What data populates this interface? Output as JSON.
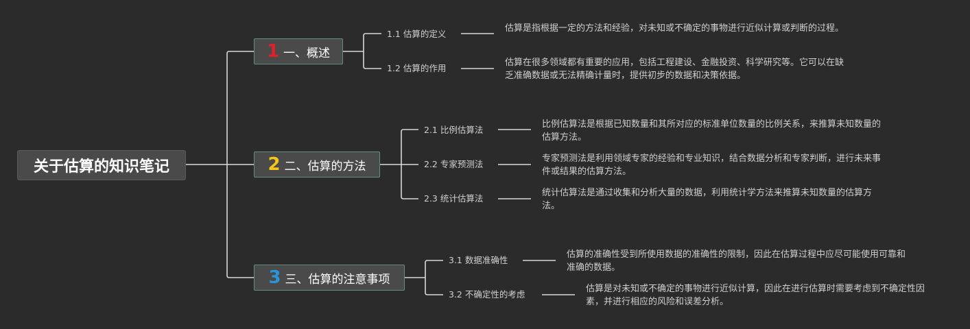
{
  "root": {
    "label": "关于估算的知识笔记"
  },
  "colors": {
    "background": "#2b2b2b",
    "line": "#d9d9d9",
    "num1": "#e0202a",
    "num2": "#f5c518",
    "num3": "#2a95d6"
  },
  "sections": [
    {
      "num": "1",
      "label": "一、概述",
      "items": [
        {
          "label": "1.1 估算的定义",
          "desc": "估算是指根据一定的方法和经验，对未知或不确定的事物进行近似计算或判断的过程。"
        },
        {
          "label": "1.2 估算的作用",
          "desc": "估算在很多领域都有重要的应用，包括工程建设、金融投资、科学研究等。它可以在缺乏准确数据或无法精确计量时，提供初步的数据和决策依据。"
        }
      ]
    },
    {
      "num": "2",
      "label": "二、估算的方法",
      "items": [
        {
          "label": "2.1 比例估算法",
          "desc": "比例估算法是根据已知数量和其所对应的标准单位数量的比例关系，来推算未知数量的估算方法。"
        },
        {
          "label": "2.2 专家预测法",
          "desc": "专家预测法是利用领域专家的经验和专业知识，结合数据分析和专家判断，进行未来事件或结果的估算方法。"
        },
        {
          "label": "2.3 统计估算法",
          "desc": "统计估算法是通过收集和分析大量的数据，利用统计学方法来推算未知数量的估算方法。"
        }
      ]
    },
    {
      "num": "3",
      "label": "三、估算的注意事项",
      "items": [
        {
          "label": "3.1 数据准确性",
          "desc": "估算的准确性受到所使用数据的准确性的限制，因此在估算过程中应尽可能使用可靠和准确的数据。"
        },
        {
          "label": "3.2 不确定性的考虑",
          "desc": "估算是对未知或不确定的事物进行近似计算，因此在进行估算时需要考虑到不确定性因素，并进行相应的风险和误差分析。"
        }
      ]
    }
  ]
}
